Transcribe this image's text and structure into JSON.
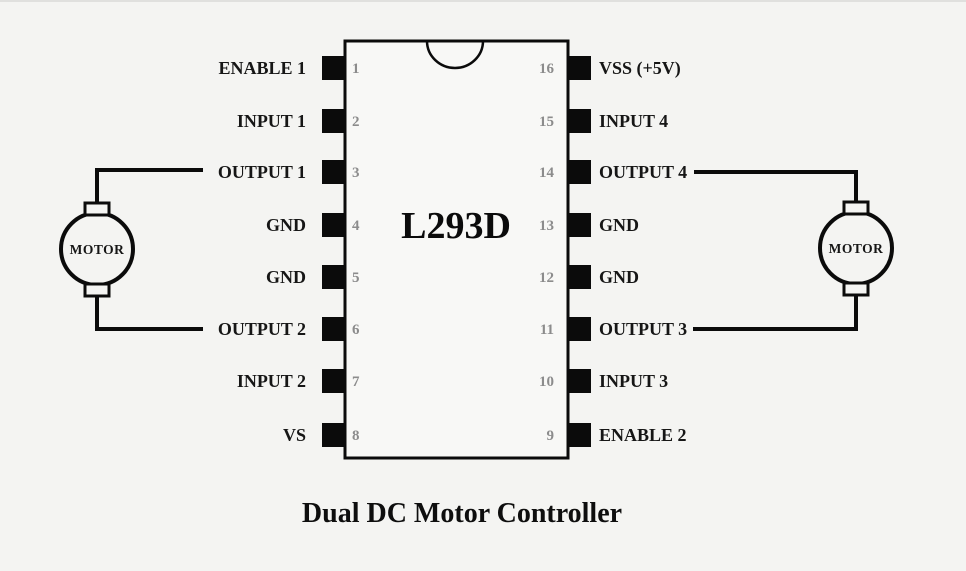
{
  "title": "Dual DC Motor Controller",
  "chip": {
    "name": "L293D",
    "left_pins": [
      {
        "number": "1",
        "label": "ENABLE 1"
      },
      {
        "number": "2",
        "label": "INPUT 1"
      },
      {
        "number": "3",
        "label": "OUTPUT 1"
      },
      {
        "number": "4",
        "label": "GND"
      },
      {
        "number": "5",
        "label": "GND"
      },
      {
        "number": "6",
        "label": "OUTPUT 2"
      },
      {
        "number": "7",
        "label": "INPUT 2"
      },
      {
        "number": "8",
        "label": "VS"
      }
    ],
    "right_pins": [
      {
        "number": "16",
        "label": "VSS (+5V)"
      },
      {
        "number": "15",
        "label": "INPUT 4"
      },
      {
        "number": "14",
        "label": "OUTPUT 4"
      },
      {
        "number": "13",
        "label": "GND"
      },
      {
        "number": "12",
        "label": "GND"
      },
      {
        "number": "11",
        "label": "OUTPUT 3"
      },
      {
        "number": "10",
        "label": "INPUT 3"
      },
      {
        "number": "9",
        "label": "ENABLE 2"
      }
    ]
  },
  "motors": {
    "left": "MOTOR",
    "right": "MOTOR"
  },
  "colors": {
    "background": "#f4f4f2",
    "chip_fill": "#f8f8f6",
    "line": "#0b0b0b",
    "pin_number": "#8c8c8c",
    "text": "#161616"
  }
}
